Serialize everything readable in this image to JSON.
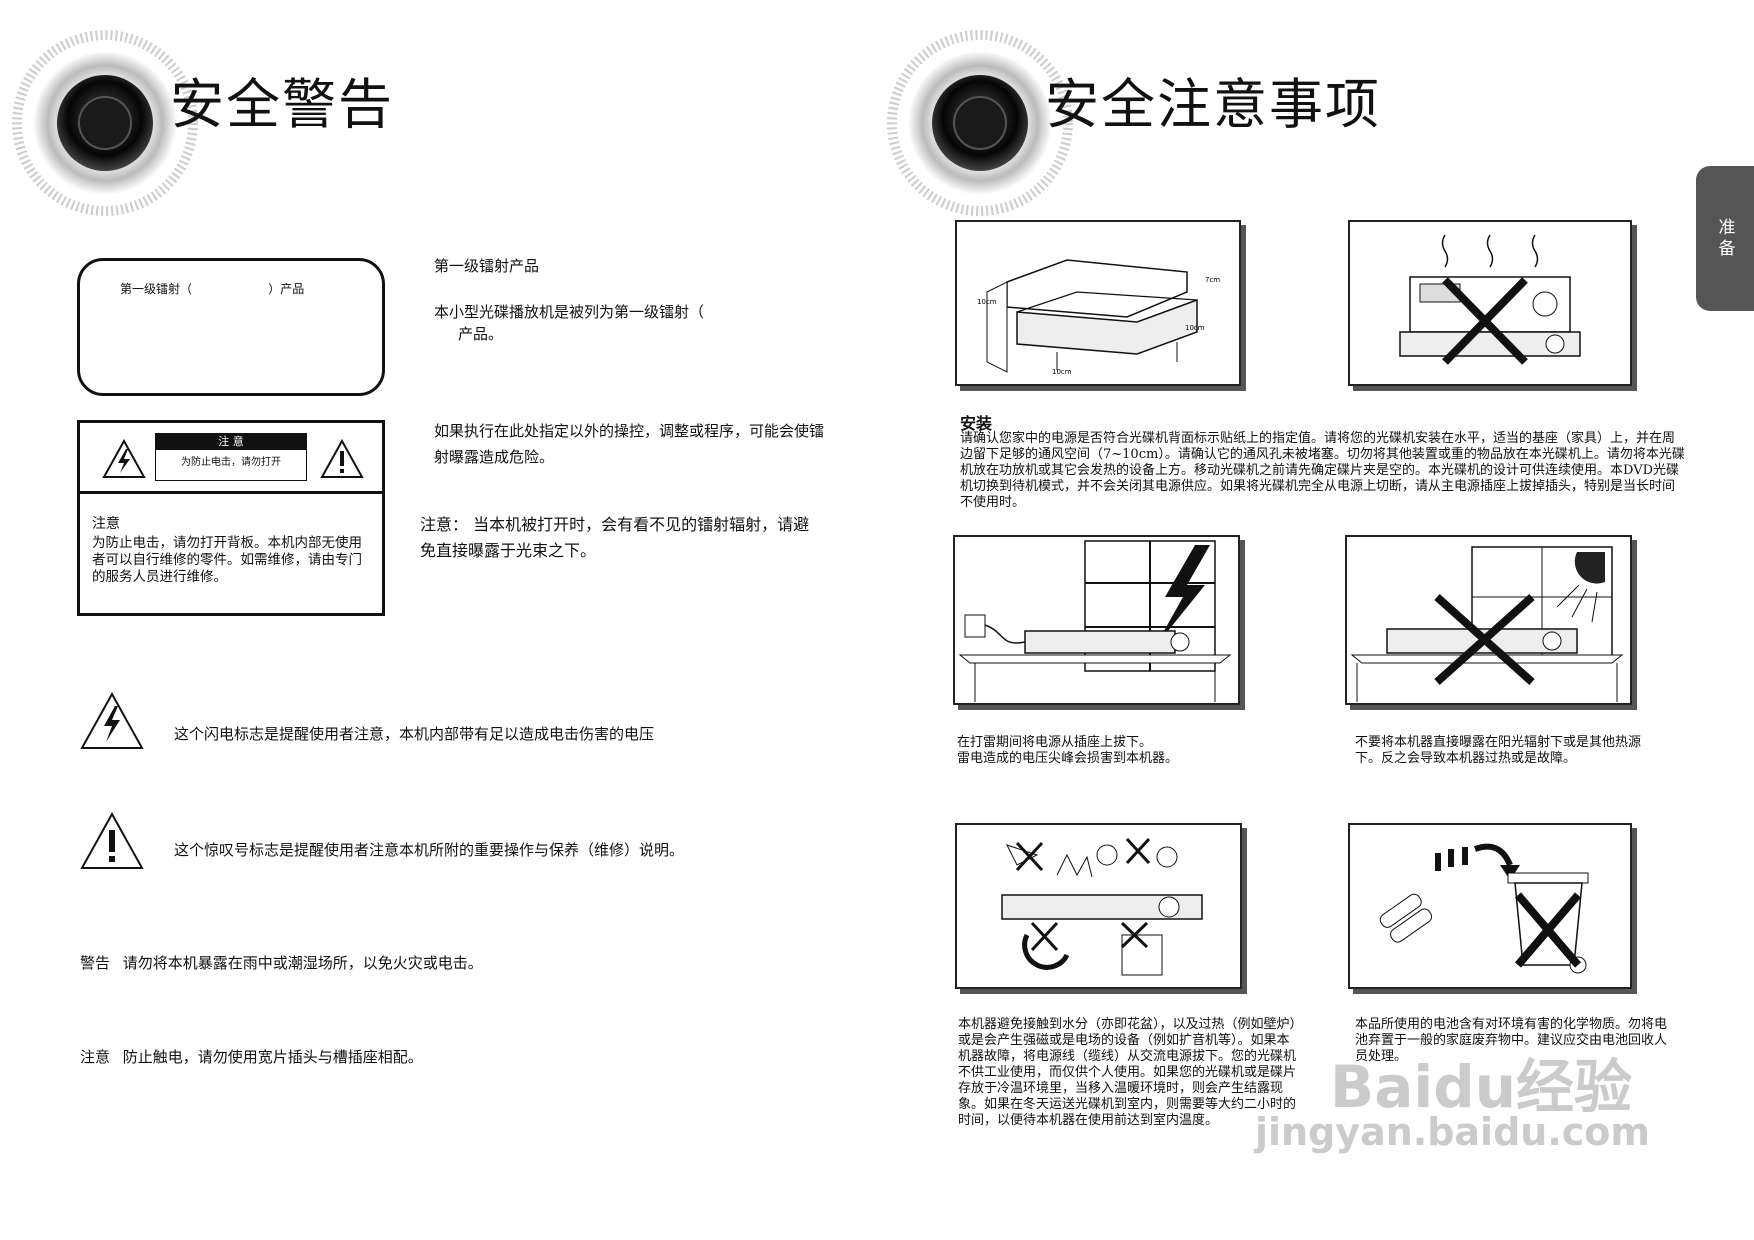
{
  "left_page": {
    "title": "安全警告",
    "class1_box_label": "第一级镭射（                    ）产品",
    "class1_heading": "第一级镭射产品",
    "class1_text_1": "本小型光碟播放机是被列为第一级镭射（",
    "class1_text_2": "产品。",
    "caution_label_title": "注 意",
    "caution_label_sub": "为防止电击，请勿打开",
    "caution_box_title": "注意",
    "caution_box_text": "为防止电击，请勿打开背板。本机内部无使用者可以自行维修的零件。如需维修，请由专门的服务人员进行维修。",
    "operation_warning": "如果执行在此处指定以外的操控，调整或程序，可能会使镭射曝露造成危险。",
    "invisible_laser": "注意： 当本机被打开时，会有看不见的镭射辐射，请避免直接曝露于光束之下。",
    "lightning_text": "这个闪电标志是提醒使用者注意，本机内部带有足以造成电击伤害的电压",
    "exclaim_text": "这个惊叹号标志是提醒使用者注意本机所附的重要操作与保养（维修）说明。",
    "warning_label": "警告",
    "warning_text": "请勿将本机暴露在雨中或潮湿场所，以免火灾或电击。",
    "note_label": "注意",
    "note_text": "防止触电，请勿使用宽片插头与槽插座相配。"
  },
  "right_page": {
    "title": "安全注意事项",
    "tab_label": "准备",
    "install_heading": "安装",
    "install_text": "请确认您家中的电源是否符合光碟机背面标示贴纸上的指定值。请将您的光碟机安装在水平，适当的基座（家具）上，并在周边留下足够的通风空间（7~10cm）。请确认它的通风孔未被堵塞。切勿将其他装置或重的物品放在本光碟机上。请勿将本光碟机放在功放机或其它会发热的设备上方。移动光碟机之前请先确定碟片夹是空的。本光碟机的设计可供连续使用。本DVD光碟机切换到待机模式，并不会关闭其电源供应。如果将光碟机完全从电源上切断，请从主电源插座上拔掉插头，特别是当长时间不使用时。",
    "diagram_labels": [
      "10cm",
      "10cm",
      "10cm",
      "7cm"
    ],
    "lightning_caption": "在打雷期间将电源从插座上拔下。\n雷电造成的电压尖峰会损害到本机器。",
    "sunlight_caption": "不要将本机器直接曝露在阳光辐射下或是其他热源下。反之会导致本机器过热或是故障。",
    "moisture_caption": "本机器避免接触到水分（亦即花盆），以及过热（例如壁炉）或是会产生强磁或是电场的设备（例如扩音机等）。如果本机器故障，将电源线（缆线）从交流电源拔下。您的光碟机不供工业使用，而仅供个人使用。如果您的光碟机或是碟片存放于冷温环境里，当移入温暖环境时，则会产生结露现象。如果在冬天运送光碟机到室内，则需要等大约二小时的时间，以便待本机器在使用前达到室内温度。",
    "battery_caption": "本品所使用的电池含有对环境有害的化学物质。勿将电池弃置于一般的家庭废弃物中。建议应交由电池回收人员处理。"
  },
  "watermark": {
    "main": "Baidu经验",
    "url": "jingyan.baidu.com"
  }
}
